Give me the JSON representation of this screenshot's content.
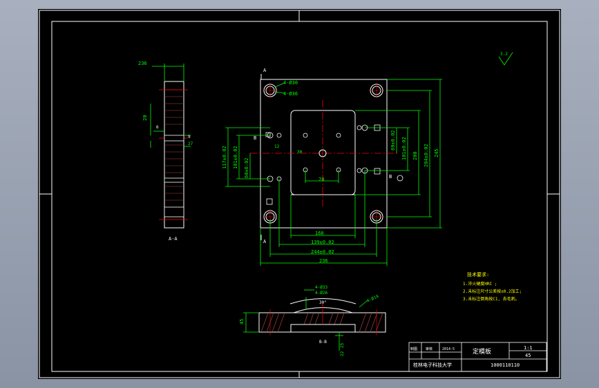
{
  "drawing": {
    "section_label": "A-A",
    "section_mark": "A",
    "view_label_b": "B",
    "roughness": "3.2",
    "dims": {
      "d_4_30": "4-Ø30",
      "d_4_36": "4-Ø36",
      "h_117": "117±0.02",
      "h_101": "101±0.02",
      "h_60": "60±0.02",
      "h_69": "69±0.02",
      "h_101r": "101±0.02",
      "h_200": "200",
      "h_204": "204±0.02",
      "h_245": "245",
      "w_70": "70",
      "w_160": "160",
      "w_139": "139±0.02",
      "w_244": "244±0.02",
      "w_236": "236",
      "v_12": "12",
      "v_30": "30",
      "side_20": "20",
      "side_6": "6",
      "side_9": "9",
      "side_27": "27",
      "bot_4_33": "4-Ø33",
      "bot_4_26": "4-Ø26",
      "bot_30deg": "30°",
      "bot_4_14": "4-Ø14",
      "bot_45": "45",
      "bot_b_label": "B-B",
      "bot_25": "25",
      "bot_22": "22"
    },
    "tech_req": {
      "title": "技术要求:",
      "lines": [
        "1.淬火硬度HRC ;",
        "2.未标注尺寸公差按±0.2加工;",
        "3.未标注倒角按C1, 去毛刺。"
      ]
    },
    "title_block": {
      "name": "定模板",
      "scale": "1:1",
      "material": "45",
      "school": "桂林电子科技大学",
      "drawing_no": "1000110110",
      "c1": "制图",
      "c2": "审核",
      "c3": "2014-5"
    }
  },
  "colors": {
    "background": "#000000",
    "frame": "#ffffff",
    "dimension": "#00ff00",
    "center": "#ff0000",
    "text": "#ffffff",
    "note": "#ffff00",
    "hatch": "#b04040"
  }
}
